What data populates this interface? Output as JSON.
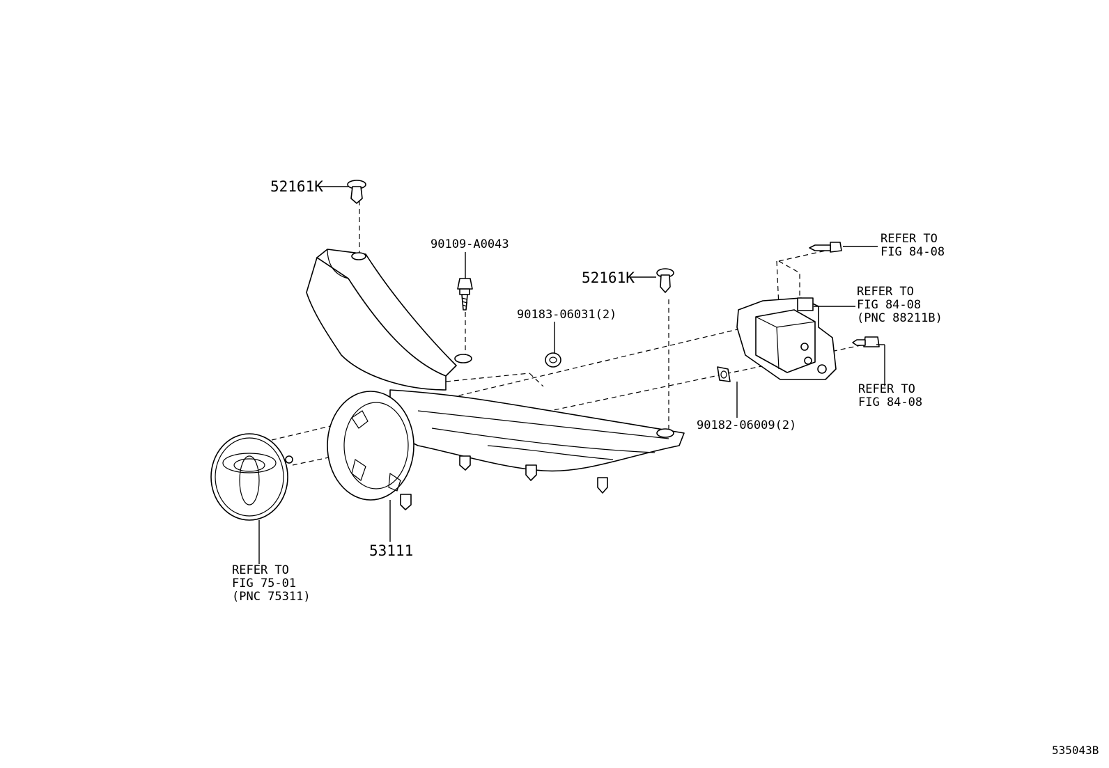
{
  "callouts": {
    "clip_left": "52161K",
    "clip_right": "52161K",
    "bolt_top": "90109-A0043",
    "nut_small": "90183-06031(2)",
    "nut_clip": "90182-06009(2)",
    "grille": "53111"
  },
  "refs": {
    "sensor_bolt_top": [
      "REFER TO",
      "FIG 84-08"
    ],
    "sensor_bracket": [
      "REFER TO",
      "FIG 84-08",
      "(PNC 88211B)"
    ],
    "sensor_bolt_side": [
      "REFER TO",
      "FIG 84-08"
    ],
    "emblem": [
      "REFER TO",
      "FIG 75-01",
      "(PNC 75311)"
    ]
  },
  "figure_id": "535043B"
}
